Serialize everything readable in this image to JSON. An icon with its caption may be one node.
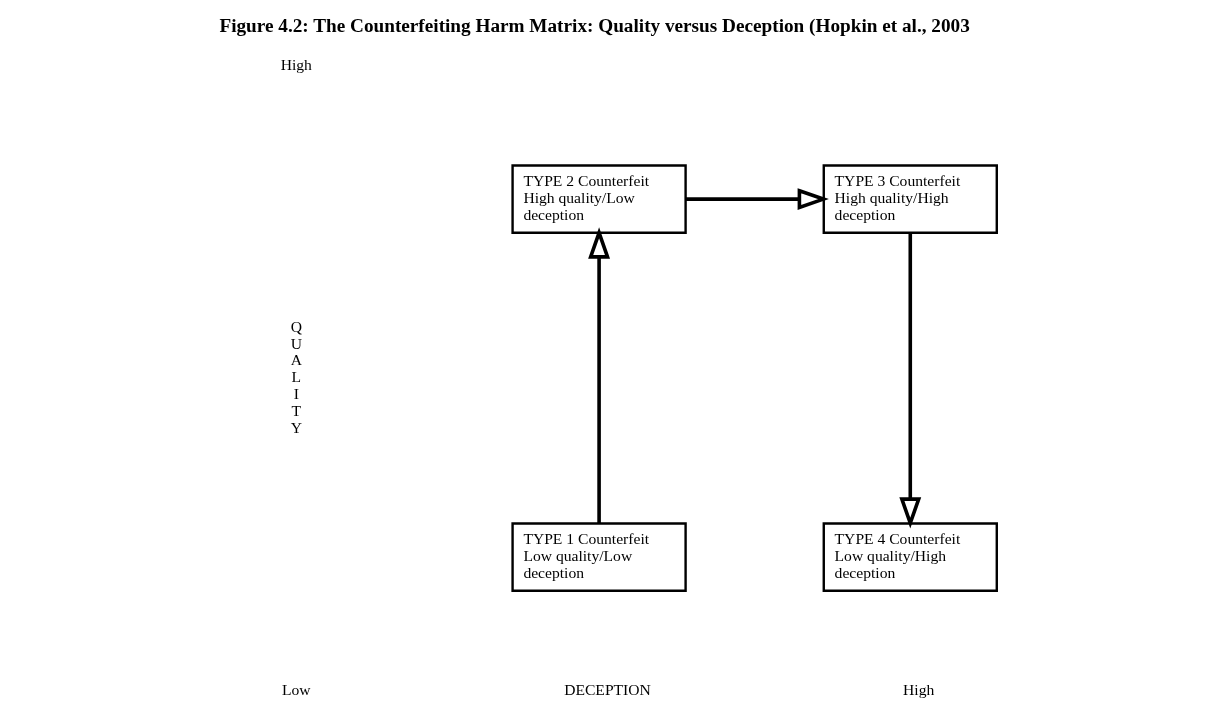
{
  "diagram": {
    "title": "Figure 4.2: The Counterfeiting Harm Matrix: Quality versus Deception (Hopkin et al., 2003",
    "nodes": [
      {
        "text": [
          "TYPE 2 Counterfeit High quality/Low deception"
        ]
      },
      {
        "text": [
          "TYPE 3 Counterfeit High quality/High deception"
        ]
      },
      {
        "text": [
          "TYPE 1 Counterfeit Low quality/Low deception"
        ]
      },
      {
        "text": [
          "TYPE 4 Counterfeit Low quality/High deception"
        ]
      }
    ],
    "edges": [
      {
        "from": 2,
        "to": 0,
        "arrow": "to"
      },
      {
        "from": 0,
        "to": 1,
        "arrow": "to"
      },
      {
        "from": 1,
        "to": 3,
        "arrow": "to"
      }
    ],
    "labels": [
      "High",
      "QUALITY",
      "Low",
      "High",
      "DECEPTION"
    ]
  }
}
